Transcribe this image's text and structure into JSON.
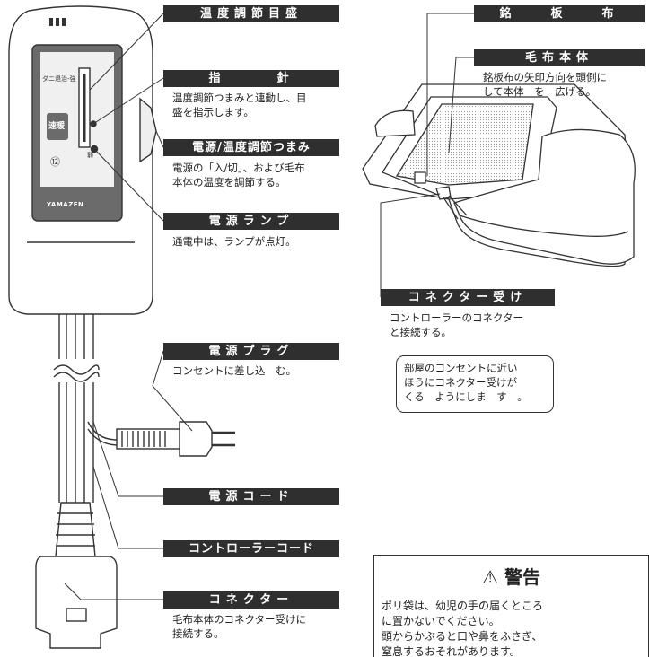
{
  "labels": {
    "temp_scale": "温度調節目盛",
    "pointer": "指　　　針",
    "power_knob": "電源/温度調節つまみ",
    "power_lamp": "電源ランプ",
    "power_plug": "電源プラグ",
    "power_cord": "電源コード",
    "controller_cord": "コントローラーコード",
    "connector": "コネクター",
    "nameplate": "銘　　板　　布",
    "blanket_body": "毛布本体",
    "connector_socket": "コネクター受け"
  },
  "descriptions": {
    "pointer": "温度調節つまみと連動し、目\n盛を指示します。",
    "power_knob": "電源の「入/切」、および毛布\n本体の温度を調節する。",
    "power_lamp": "通電中は、ランプが点灯。",
    "power_plug": "コンセントに差し込　む。",
    "connector": "毛布本体のコネクター受けに\n接続する。",
    "blanket_body": "銘板布の矢印方向を頭側に\nして本体　を　広げる。",
    "connector_socket": "コントローラーのコネクター\nと接続する。"
  },
  "controller": {
    "scale_top": "ダニ退治-強",
    "scale_bottom": "弱",
    "mode": "速暖",
    "number": "⑫",
    "brand": "YAMAZEN"
  },
  "note": "部屋のコンセントに近い\nほうにコネクター受けが\nくる　ようにしま　す　。",
  "warning": {
    "symbol": "⚠",
    "title": "警告",
    "body": "ポリ袋は、幼児の手の届くところ\nに置かないでください。\n頭からかぶると口や鼻をふさぎ、\n窒息するおそれがあります。"
  }
}
